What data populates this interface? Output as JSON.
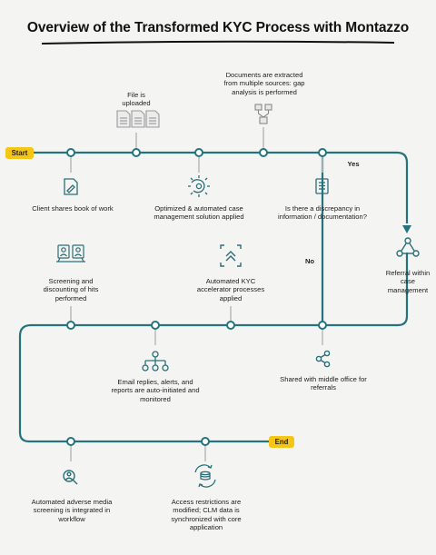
{
  "title": "Overview of the Transformed KYC Process with Montazzo",
  "start_label": "Start",
  "end_label": "End",
  "yes_label": "Yes",
  "no_label": "No",
  "steps": {
    "file_uploaded": "File is uploaded",
    "documents_extracted": "Documents are extracted from multiple sources: gap analysis is performed",
    "client_shares": "Client shares book of work",
    "optimized_solution": "Optimized & automated case management solution applied",
    "discrepancy_question": "Is there a discrepancy in information / documentation?",
    "screening": "Screening and discounting of  hits performed",
    "kyc_accelerator": "Automated KYC accelerator processes applied",
    "referral": "Referral within case management",
    "email_replies": "Email replies, alerts, and reports are auto-initiated and monitored",
    "shared_middle_office": "Shared with middle office for referrals",
    "adverse_media": "Automated adverse media screening is integrated in workflow",
    "access_restrictions": "Access restrictions are modified; CLM data is synchronized with core application"
  },
  "colors": {
    "line": "#25747d",
    "icon": "#2a6f78",
    "connector": "#bdbdbd",
    "pill": "#f5c518",
    "background": "#f4f4f2"
  }
}
